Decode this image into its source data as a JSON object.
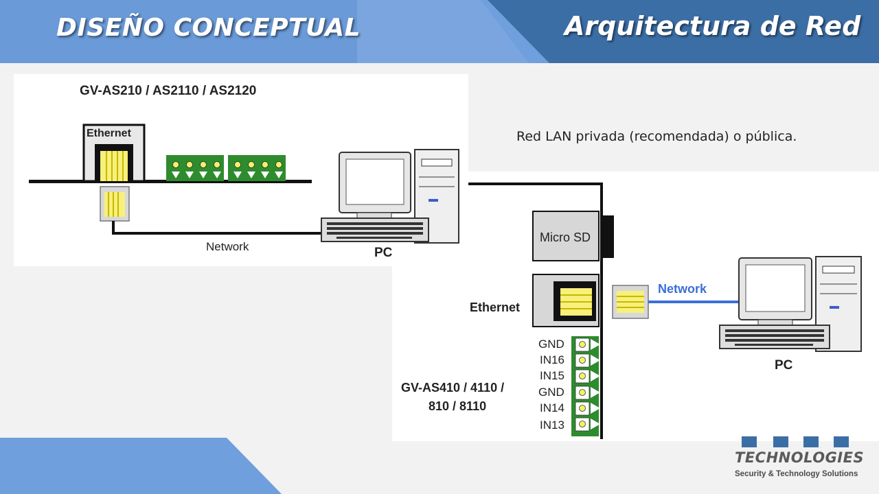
{
  "header": {
    "title_left": "DISEÑO CONCEPTUAL",
    "title_right": "Arquitectura de Red"
  },
  "description": "Red LAN privada (recomendada) o pública.",
  "diagram_top": {
    "model_label": "GV-AS210 / AS2110 / AS2120",
    "ethernet_label": "Ethernet",
    "network_label": "Network",
    "pc_label": "PC"
  },
  "diagram_bottom": {
    "microsd_label": "Micro SD",
    "ethernet_label": "Ethernet",
    "network_label": "Network",
    "pc_label": "PC",
    "model_line1": "GV-AS410 / 4110 /",
    "model_line2": "810 / 8110",
    "pins": [
      "GND",
      "IN16",
      "IN15",
      "GND",
      "IN14",
      "IN13"
    ]
  },
  "logo": {
    "name": "TECHNOLOGIES",
    "tagline": "Security & Technology Solutions"
  },
  "colors": {
    "header_light": "#6f9fdc",
    "header_dark": "#3c6ea6",
    "network_blue": "#3a6fd8",
    "terminal_green": "#2e8b2e"
  }
}
